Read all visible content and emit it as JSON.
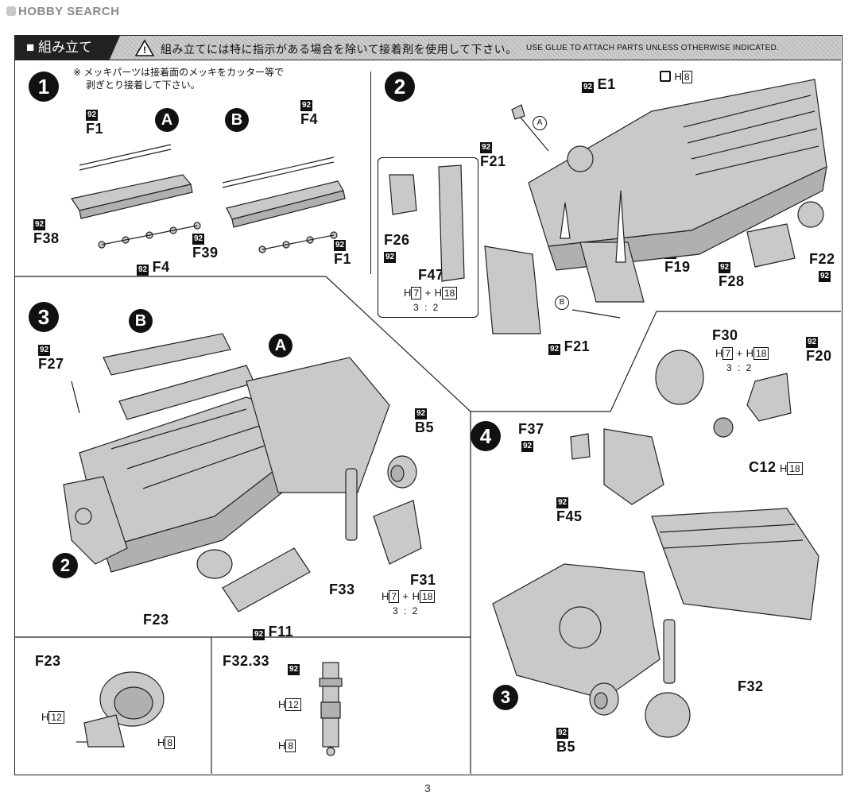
{
  "watermark": "HOBBY SEARCH",
  "header": {
    "section_title": "■ 組み立て",
    "instruction_jp": "組み立てには特に指示がある場合を除いて接着剤を使用して下さい。",
    "instruction_en": "USE GLUE TO ATTACH PARTS UNLESS OTHERWISE INDICATED."
  },
  "badge_code": "92",
  "step1": {
    "number": "1",
    "note_line1": "※ メッキパーツは接着面のメッキをカッター等で",
    "note_line2": "剥ぎとり接着して下さい。",
    "variant_a": "A",
    "variant_b": "B",
    "parts": {
      "f1": "F1",
      "f4": "F4",
      "f38": "F38",
      "f39": "F39"
    }
  },
  "step2": {
    "number": "2",
    "parts": {
      "e1": "E1",
      "f21": "F21",
      "f26": "F26",
      "f47": "F47",
      "f19": "F19",
      "f28": "F28",
      "f22": "F22"
    },
    "h8": "8",
    "h_prefix": "H",
    "h7": "7",
    "h18": "18",
    "plus": "+",
    "ratio": "3 : 2",
    "ref_a": "A",
    "ref_b": "B"
  },
  "step3": {
    "number": "3",
    "parts": {
      "f27": "F27",
      "b5": "B5",
      "f33": "F33",
      "f31": "F31",
      "f23": "F23",
      "f11": "F11"
    },
    "variant_a": "A",
    "variant_b": "B",
    "ref_step": "2",
    "ratio": "3 : 2"
  },
  "step4": {
    "number": "4",
    "parts": {
      "f30": "F30",
      "f20": "F20",
      "f37": "F37",
      "f45": "F45",
      "c12": "C12",
      "f32": "F32",
      "b5": "B5"
    },
    "ref_step": "3",
    "ratio": "3 : 2"
  },
  "inset_f23": {
    "title": "F23",
    "h12": "12",
    "h8": "8"
  },
  "inset_f32": {
    "title": "F32.33",
    "h12": "12",
    "h8": "8"
  },
  "page_number": "3"
}
